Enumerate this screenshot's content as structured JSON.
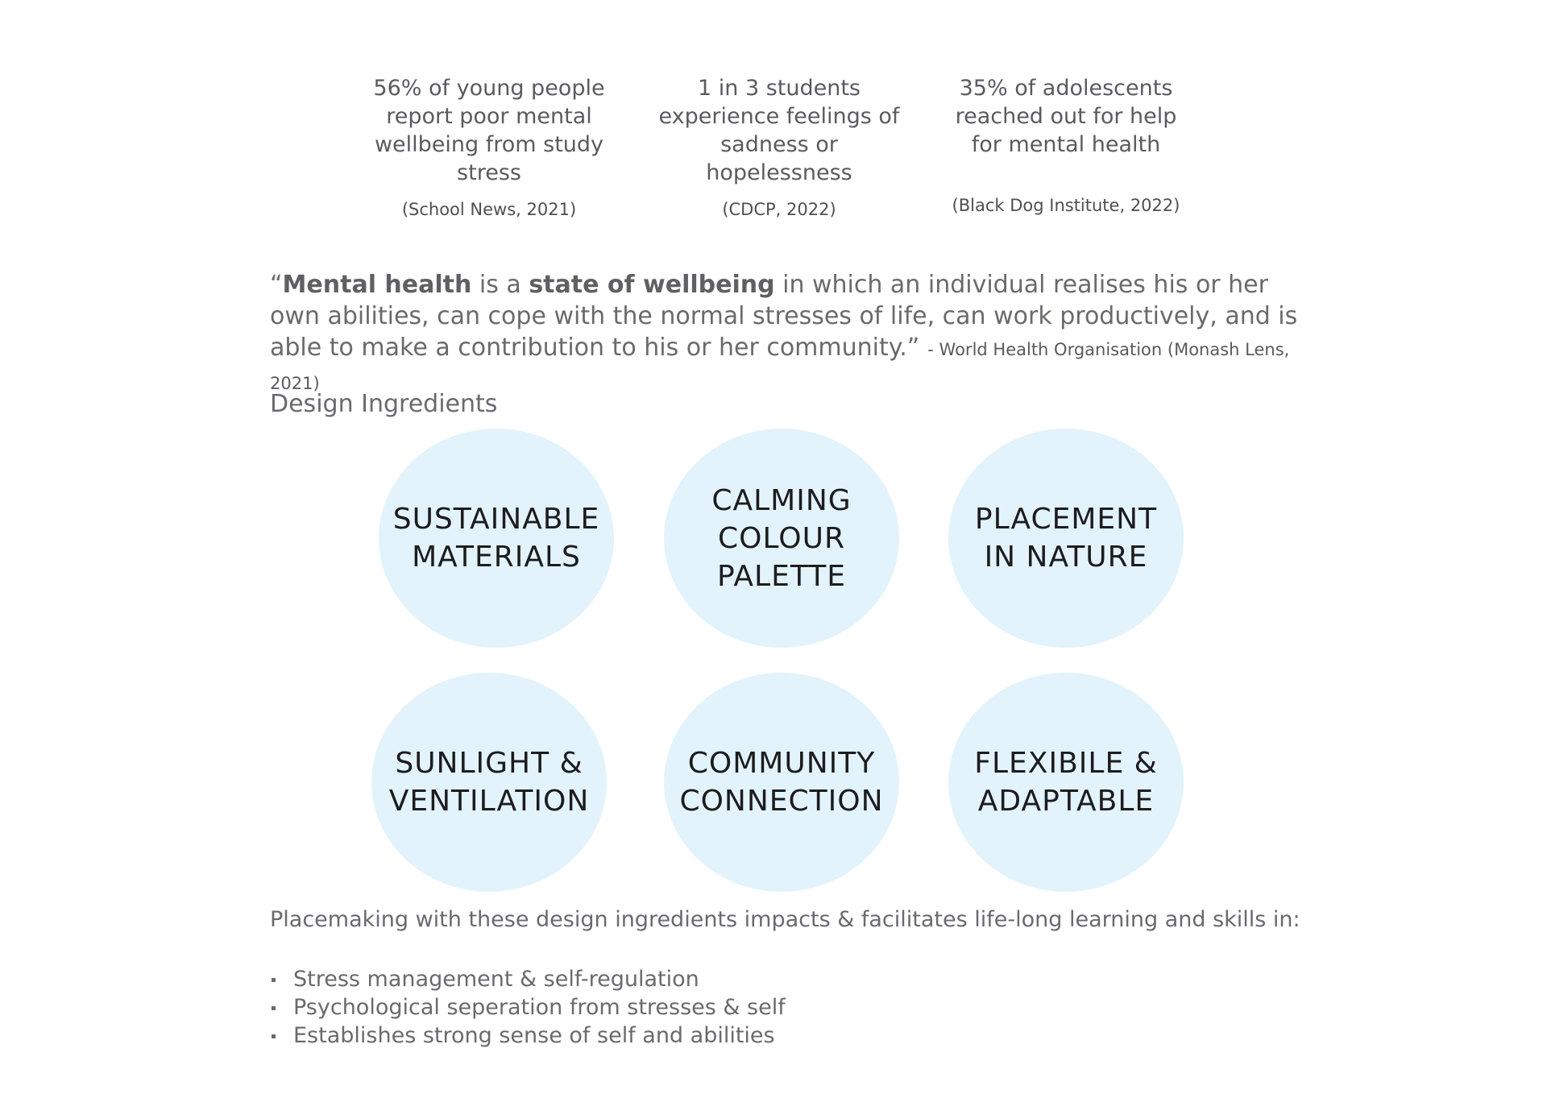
{
  "stats": [
    {
      "figure": "56% of young people report poor mental wellbeing from study stress",
      "source": "(School News, 2021)"
    },
    {
      "figure": "1 in 3 students experience feelings of sadness or hopelessness",
      "source": "(CDCP, 2022)"
    },
    {
      "figure": "35% of adolescents reached out for help for mental health",
      "source": "(Black Dog Institute, 2022)"
    }
  ],
  "quote": {
    "open": "“",
    "bold_1": "Mental health",
    "text_1": " is a ",
    "bold_2": "state of wellbeing",
    "text_2": " in which an individual realises his or her own abilities, can cope with the normal stresses of life, can work productively, and is able to make a contribution to his or her community.”",
    "attribution": "- World Health Organisation (Monash Lens, 2021)"
  },
  "section_title": "Design Ingredients",
  "ingredients": [
    "SUSTAINABLE\nMATERIALS",
    "CALMING\nCOLOUR\nPALETTE",
    "PLACEMENT\nIN NATURE",
    "SUNLIGHT &\nVENTILATION",
    "COMMUNITY\nCONNECTION",
    "FLEXIBILE &\nADAPTABLE"
  ],
  "summary": "Placemaking with these design ingredients impacts & facilitates life-long learning and skills in:",
  "bullets": [
    "Stress management & self-regulation",
    "Psychological seperation from stresses & self",
    "Establishes strong sense of self and abilities"
  ],
  "colors": {
    "circle_fill": "#e3f3fc",
    "body_text": "#6a6a6e",
    "ingredient_text": "#1c1c1e"
  }
}
